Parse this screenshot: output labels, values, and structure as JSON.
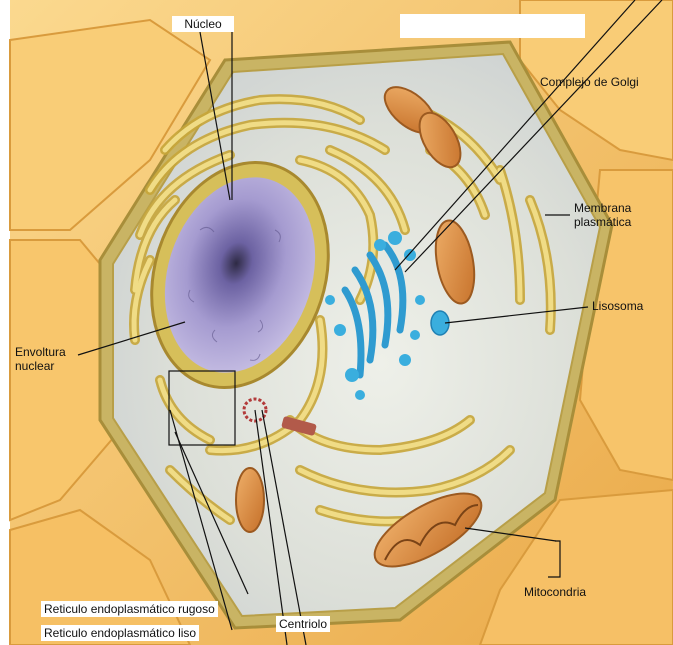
{
  "labels": {
    "nucleo": "Núcleo",
    "golgi": "Complejo de Golgi",
    "membrana": "Membrana\nplasmática",
    "lisosoma": "Lisosoma",
    "envoltura": "Envoltura\nnuclear",
    "mitocondria": "Mitocondria",
    "rer": "Reticulo endoplasmático rugoso",
    "rel": "Reticulo endoplasmático liso",
    "centriolo": "Centriolo"
  },
  "colors": {
    "background": "#ffffff",
    "neighbor_cells": "#f6c66a",
    "cytoplasm": "#d9dde0",
    "membrane": "#c8b25a",
    "er": "#e3c758",
    "nucleus": "#a79bd1",
    "golgi": "#38a7d8",
    "mitochondria": "#d98a3a",
    "leader_lines": "#111111"
  }
}
